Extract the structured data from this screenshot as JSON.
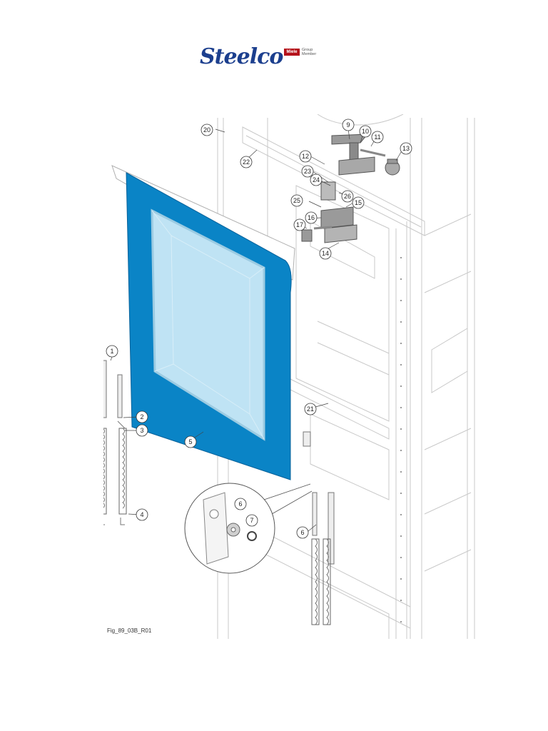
{
  "header": {
    "brand": "Steelco",
    "partner_badge": "Miele",
    "partner_text_line1": "Group",
    "partner_text_line2": "Member"
  },
  "colors": {
    "door_frame": "#0a84c6",
    "glass": "#bfe3f4",
    "line": "#c8c8c8",
    "callout": "#333333"
  },
  "callouts": {
    "c1": "1",
    "c2": "2",
    "c3": "3",
    "c4": "4",
    "c5": "5",
    "c6a": "6",
    "c7": "7",
    "c6b": "6",
    "c9": "9",
    "c10": "10",
    "c11": "11",
    "c12": "12",
    "c13": "13",
    "c14": "14",
    "c15": "15",
    "c16": "16",
    "c17": "17",
    "c20": "20",
    "c21": "21",
    "c22": "22",
    "c23": "23",
    "c24": "24",
    "c25": "25",
    "c26": "26"
  },
  "figure": {
    "label": "Fig_89_03B_R01"
  }
}
